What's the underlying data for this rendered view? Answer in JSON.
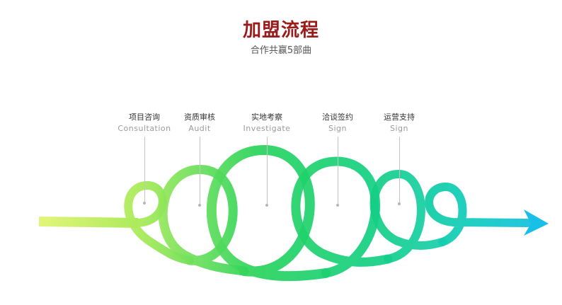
{
  "header": {
    "title": "加盟流程",
    "subtitle": "合作共赢5部曲"
  },
  "colors": {
    "title": "#9b1b1b",
    "ribbon_start": "#d9f26a",
    "ribbon_mid": "#1fd25a",
    "ribbon_end": "#16c4e6"
  },
  "steps": [
    {
      "cn": "项目咨询",
      "en": "Consultation"
    },
    {
      "cn": "资质审核",
      "en": "Audit"
    },
    {
      "cn": "实地考察",
      "en": "Investigate"
    },
    {
      "cn": "洽谈签约",
      "en": "Sign"
    },
    {
      "cn": "运营支持",
      "en": "Sign"
    }
  ]
}
